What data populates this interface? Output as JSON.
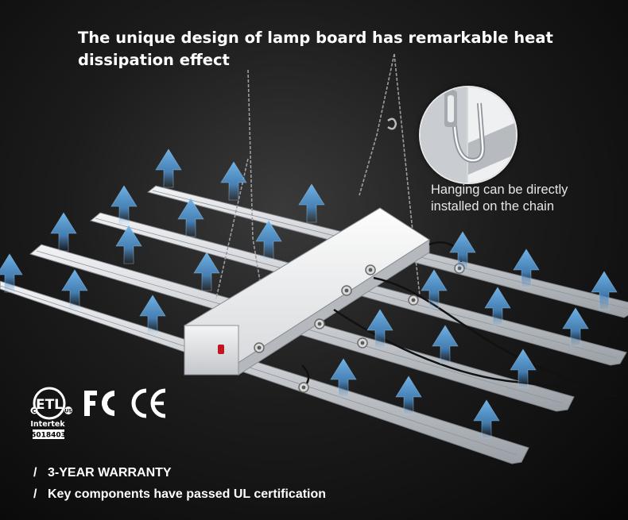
{
  "headline": "The unique design of lamp board has remarkable heat dissipation effect",
  "callout": {
    "line1": "Hanging can be directly",
    "line2": "installed on the chain"
  },
  "certifications": {
    "etl_listed": "ETL",
    "intertek_label": "Intertek",
    "intertek_number": "5018403",
    "us_mark": "US",
    "c_mark": "C",
    "fcc_mark": "FC",
    "ce_mark": "CE"
  },
  "features": [
    {
      "bullet": "/",
      "text": "3-YEAR WARRANTY"
    },
    {
      "bullet": "/",
      "text": "Key components have passed UL certification"
    }
  ],
  "colors": {
    "background": "#1c1c1c",
    "bar_aluminum": "#c9ccd0",
    "heat_arrow": "#5aa0d8",
    "text": "#ffffff"
  },
  "icons": [
    "heat-arrow-icon",
    "switch-icon",
    "connector-icon",
    "chain-icon",
    "etl-logo-icon",
    "fcc-logo-icon",
    "ce-logo-icon"
  ]
}
